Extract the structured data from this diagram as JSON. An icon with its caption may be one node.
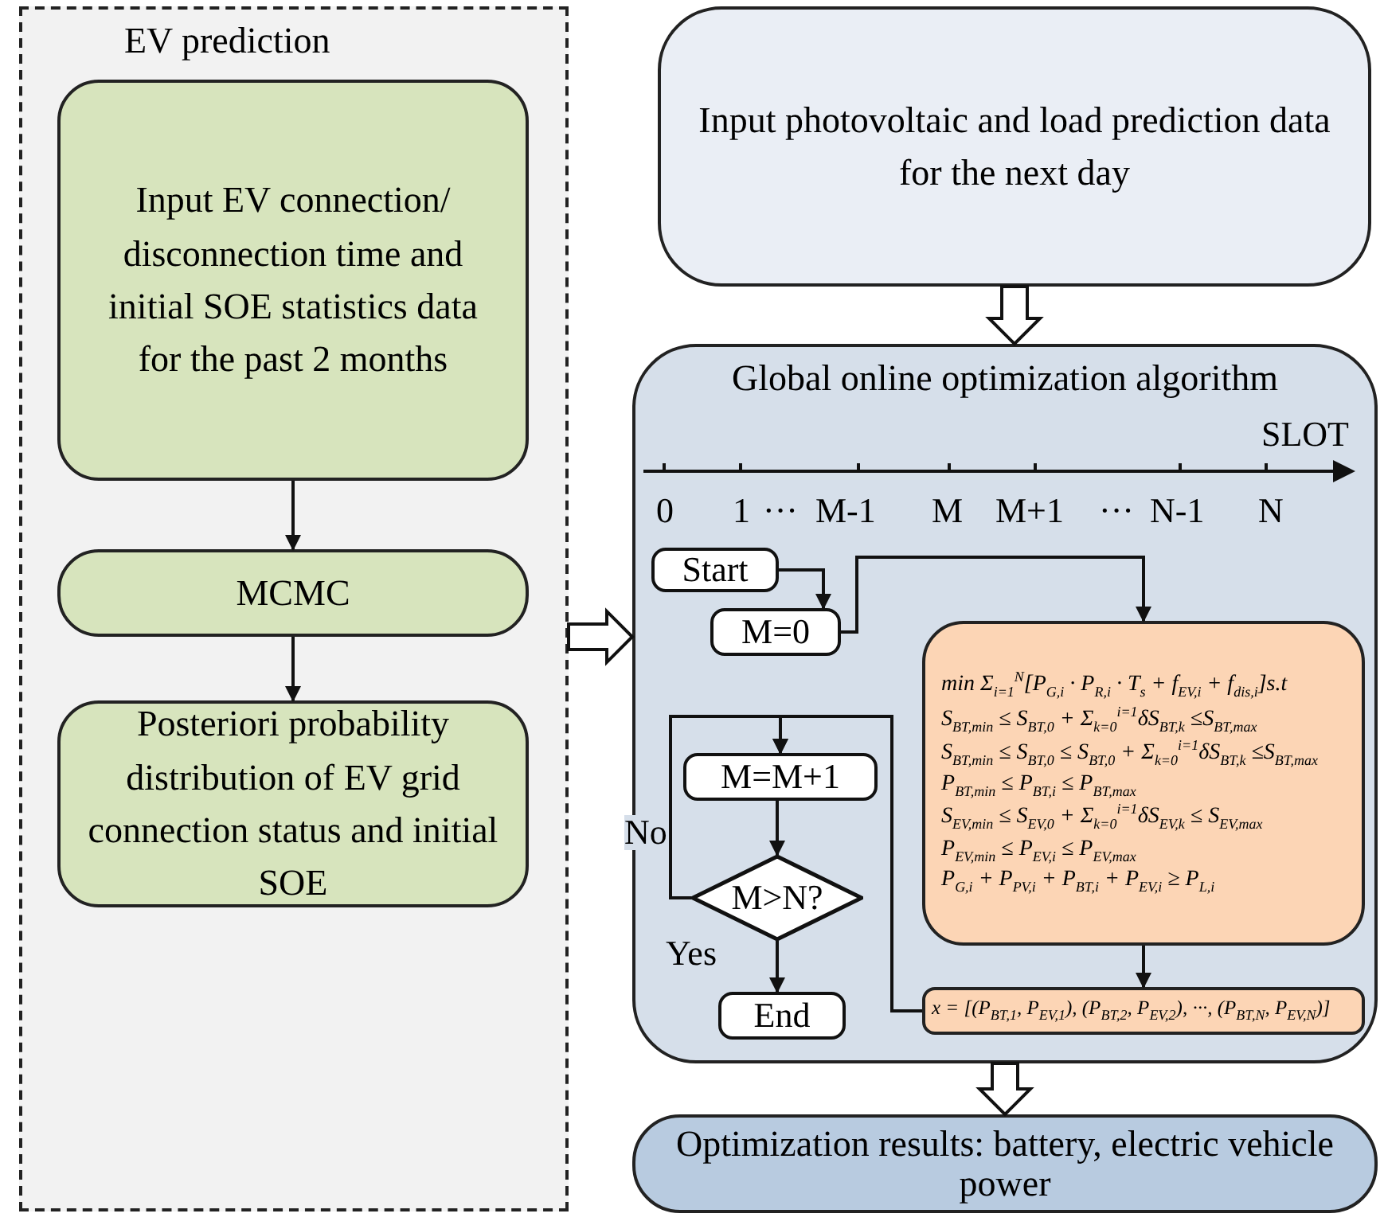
{
  "diagram": {
    "nodes": [
      {
        "text": [
          "EV prediction"
        ]
      },
      {
        "text": [
          "Input EV connection/ disconnection time and initial SOE statistics data for the past 2 months"
        ],
        "in": 0
      },
      {
        "text": [
          "MCMC"
        ],
        "in": 0
      },
      {
        "text": [
          "Posteriori probability distribution of EV grid connection status and initial SOE"
        ],
        "in": 0
      },
      {
        "text": [
          "Input photovoltaic and load prediction data for the next day"
        ]
      },
      {
        "text": [
          "Global online optimization algorithm"
        ]
      },
      {
        "text": [
          "Start"
        ],
        "in": 5
      },
      {
        "text": [
          "M=0"
        ],
        "in": 5
      },
      {
        "text": [
          "M=M+1"
        ],
        "in": 5
      },
      {
        "text": [
          "M>N?"
        ],
        "in": 5
      },
      {
        "text": [
          "End"
        ],
        "in": 5
      },
      {
        "text": [
          "min Σ$_{i=1}$$^{N}$[P$_{G,i}$ · P$_{R,i}$ · T$_{s}$ + f$_{EV,i}$ + f$_{dis,i}$]s.t",
          "S$_{BT,min}$ ≤ S$_{BT,0}$ + Σ$_{k=0}$$^{i=1}$δS$_{BT,k}$ ≤S$_{BT,max}$",
          "S$_{BT,min}$ ≤ S$_{BT,0}$ ≤ S$_{BT,0}$ + Σ$_{k=0}$$^{i=1}$δS$_{BT,k}$ ≤S$_{BT,max}$",
          "P$_{BT,min}$ ≤ P$_{BT,i}$ ≤ P$_{BT,max}$",
          "S$_{EV,min}$ ≤ S$_{EV,0}$ + Σ$_{k=0}$$^{i=1}$δS$_{EV,k}$ ≤ S$_{EV,max}$",
          "P$_{EV,min}$ ≤ P$_{EV,i}$ ≤ P$_{EV,max}$",
          "P$_{G,i}$ + P$_{PV,i}$ + P$_{BT,i}$ + P$_{EV,i}$ ≥ P$_{L,i}$"
        ],
        "in": 5
      },
      {
        "text": [
          "x = [(P$_{BT,1}$, P$_{EV,1}$), (P$_{BT,2}$, P$_{EV,2}$), ···, (P$_{BT,N}$, P$_{EV,N}$)]"
        ],
        "in": 5
      },
      {
        "text": [
          "Optimization results: battery, electric vehicle power"
        ]
      }
    ],
    "edges": [
      {
        "from": 1,
        "to": 2,
        "arrow": "to"
      },
      {
        "from": 2,
        "to": 3,
        "arrow": "to"
      },
      {
        "from": 0,
        "to": 5,
        "arrow": "to",
        "style": "thick"
      },
      {
        "from": 4,
        "to": 5,
        "arrow": "to",
        "style": "thick"
      },
      {
        "from": 5,
        "to": 13,
        "arrow": "to",
        "style": "thick"
      },
      {
        "from": 6,
        "to": 7,
        "arrow": "to"
      },
      {
        "from": 7,
        "to": 11,
        "arrow": "to"
      },
      {
        "from": 8,
        "to": 9,
        "arrow": "to"
      },
      {
        "from": 9,
        "to": 8,
        "arrow": "to",
        "label": "No"
      },
      {
        "from": 9,
        "to": 10,
        "arrow": "to",
        "label": "Yes"
      },
      {
        "from": 11,
        "to": 12,
        "arrow": "to"
      },
      {
        "from": 12,
        "to": 8,
        "arrow": "to"
      }
    ],
    "labels": [
      "SLOT",
      "0",
      "1",
      "···",
      "M-1",
      "M",
      "M+1",
      "···",
      "N-1",
      "N"
    ]
  }
}
